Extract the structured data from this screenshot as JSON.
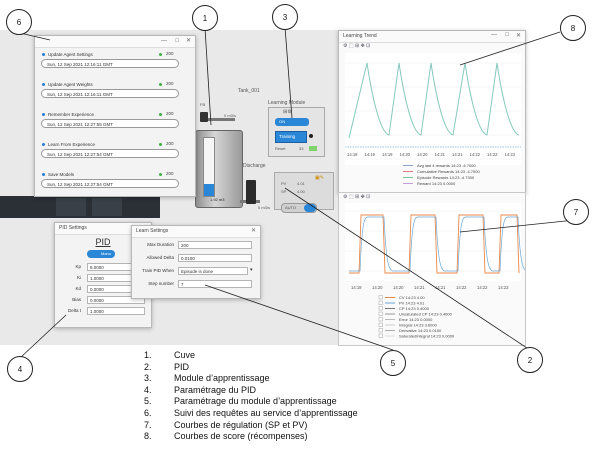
{
  "requests_window": {
    "items": [
      {
        "title": "Update Agent Settings",
        "code": "200",
        "timestamp": "Sun, 12 Sep 2021 12:16:11 GMT"
      },
      {
        "title": "Update Agent Weights",
        "code": "200",
        "timestamp": "Sun, 12 Sep 2021 12:16:11 GMT"
      },
      {
        "title": "Remember Experience",
        "code": "200",
        "timestamp": "Sun, 12 Sep 2021 12:27:55 GMT"
      },
      {
        "title": "Learn From Experience",
        "code": "200",
        "timestamp": "Sun, 12 Sep 2021 12:27:54 GMT"
      },
      {
        "title": "Save Models",
        "code": "200",
        "timestamp": "Sun, 12 Sep 2021 12:27:54 GMT"
      }
    ]
  },
  "scada": {
    "tank_name": "Tank_001",
    "tank_level": "1.92 m3",
    "valve_top_label": "0 m3/s",
    "valve_bottom_label": "0 m3/s",
    "discharge_label": "Discharge",
    "pv_label": "PV",
    "pv_value": "4.01",
    "sp_label": "SP",
    "sp_value": "4.00",
    "auto_label": "AUTO",
    "fb_label": "FB"
  },
  "learning_module": {
    "title": "Learning Module",
    "on_label": "ON",
    "training_label": "Training",
    "reset_label": "Reset",
    "reset_value": "33"
  },
  "pid_window": {
    "title": "PID Settings",
    "heading": "PID",
    "mode_label": "Manu",
    "fields": [
      {
        "label": "Kp",
        "value": "8.0000"
      },
      {
        "label": "Ki",
        "value": "1.0000"
      },
      {
        "label": "Kd",
        "value": "0.0000"
      },
      {
        "label": "Bias",
        "value": "0.0000"
      },
      {
        "label": "Delta t",
        "value": "1.0000"
      }
    ]
  },
  "learn_window": {
    "title": "Learn Settings",
    "fields": [
      {
        "label": "Max Duration",
        "value": "200"
      },
      {
        "label": "Allowed Delta",
        "value": "0.0100"
      },
      {
        "label": "Train PID When",
        "value": "Episode is done"
      },
      {
        "label": "Step number",
        "value": "7"
      }
    ]
  },
  "learning_trend": {
    "title": "Learning Trend",
    "x_ticks": [
      "14:18",
      "14:19",
      "14:19",
      "14:20",
      "14:20",
      "14:21",
      "14:21",
      "14:22",
      "14:22",
      "14:23"
    ],
    "legend": [
      {
        "label": "Avg last 4 rewards 14:23 -4.7000",
        "color": "#8fa3c7"
      },
      {
        "label": "Cumulative Rewards 14:23 -4.7000",
        "color": "#e07b7b"
      },
      {
        "label": "Episode Rewards 14:23 -4.7300",
        "color": "#7fbf9f"
      },
      {
        "label": "Reward 14:23 0.0000",
        "color": "#c49cd8"
      }
    ]
  },
  "regulation_trend": {
    "x_ticks": [
      "14:19",
      "14:20",
      "14:20",
      "14:21",
      "14:21",
      "14:22",
      "14:22",
      "14:23"
    ],
    "legend": [
      {
        "label": "CV 14:23 4.00",
        "color": "#e8894a"
      },
      {
        "label": "PV 14:23 4.01",
        "color": "#6aa8d8"
      },
      {
        "label": "CP 14:23 0.4000",
        "color": "#777777"
      },
      {
        "label": "Unsaturated CP 14:23 0.4000",
        "color": "#999999"
      },
      {
        "label": "Error 14:23 0.0000",
        "color": "#bbbbbb"
      },
      {
        "label": "Integral 14:23 3.6000",
        "color": "#cccccc"
      },
      {
        "label": "Derivative 14:23 0.0100",
        "color": "#aaaaaa"
      },
      {
        "label": "SaturatedIntegral 14:23 0.0000",
        "color": "#dddddd"
      }
    ]
  },
  "callouts": [
    "1",
    "2",
    "3",
    "4",
    "5",
    "6",
    "7",
    "8"
  ],
  "legend_items": [
    {
      "num": "1.",
      "text": "Cuve"
    },
    {
      "num": "2.",
      "text": "PID"
    },
    {
      "num": "3.",
      "text": "Module d’apprentissage"
    },
    {
      "num": "4.",
      "text": "Paramétrage du PID"
    },
    {
      "num": "5.",
      "text": "Paramétrage du module d’apprentissage"
    },
    {
      "num": "6.",
      "text": "Suivi des requêtes au service d’apprentissage"
    },
    {
      "num": "7.",
      "text": "Courbes de régulation (SP et PV)"
    },
    {
      "num": "8.",
      "text": "Courbes de score (récompenses)"
    }
  ]
}
